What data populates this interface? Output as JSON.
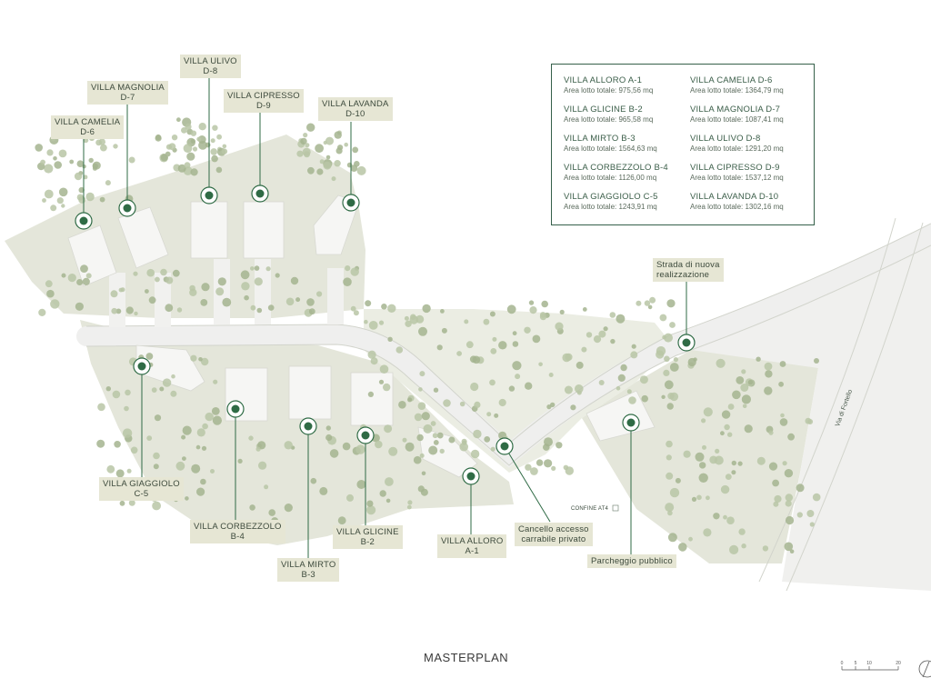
{
  "title": "MASTERPLAN",
  "legend": [
    {
      "name": "VILLA ALLORO A-1",
      "area": "Area lotto totale: 975,56 mq"
    },
    {
      "name": "VILLA GLICINE B-2",
      "area": "Area lotto totale: 965,58 mq"
    },
    {
      "name": "VILLA MIRTO B-3",
      "area": "Area lotto totale: 1564,63 mq"
    },
    {
      "name": "VILLA CORBEZZOLO B-4",
      "area": "Area lotto totale: 1126,00 mq"
    },
    {
      "name": "VILLA GIAGGIOLO C-5",
      "area": "Area lotto totale: 1243,91 mq"
    },
    {
      "name": "VILLA CAMELIA D-6",
      "area": "Area lotto totale: 1364,79 mq"
    },
    {
      "name": "VILLA MAGNOLIA D-7",
      "area": "Area lotto totale: 1087,41 mq"
    },
    {
      "name": "VILLA ULIVO D-8",
      "area": "Area lotto totale: 1291,20 mq"
    },
    {
      "name": "VILLA CIPRESSO D-9",
      "area": "Area lotto totale: 1537,12 mq"
    },
    {
      "name": "VILLA LAVANDA D-10",
      "area": "Area lotto totale: 1302,16 mq"
    }
  ],
  "labels": {
    "camelia": {
      "l1": "VILLA CAMELIA",
      "l2": "D-6"
    },
    "magnolia": {
      "l1": "VILLA MAGNOLIA",
      "l2": "D-7"
    },
    "ulivo": {
      "l1": "VILLA ULIVO",
      "l2": "D-8"
    },
    "cipresso": {
      "l1": "VILLA CIPRESSO",
      "l2": "D-9"
    },
    "lavanda": {
      "l1": "VILLA LAVANDA",
      "l2": "D-10"
    },
    "giaggiolo": {
      "l1": "VILLA GIAGGIOLO",
      "l2": "C-5"
    },
    "corbezzolo": {
      "l1": "VILLA CORBEZZOLO",
      "l2": "B-4"
    },
    "mirto": {
      "l1": "VILLA MIRTO",
      "l2": "B-3"
    },
    "glicine": {
      "l1": "VILLA GLICINE",
      "l2": "B-2"
    },
    "alloro": {
      "l1": "VILLA ALLORO",
      "l2": "A-1"
    },
    "cancello": {
      "l1": "Cancello accesso",
      "l2": "carrabile privato"
    },
    "parcheggio": {
      "l1": "Parcheggio pubblico"
    },
    "strada": {
      "l1": "Strada di nuova",
      "l2": "realizzazione"
    }
  },
  "confine": "CONFINE AT4",
  "street_name": "Via di Fortello",
  "scale_ticks": [
    "0",
    "5",
    "10",
    "20"
  ],
  "colors": {
    "marker": "#2f6b45",
    "land": "#e4e6da",
    "road": "#eeeeed",
    "tree": "#a4b48f",
    "label_bg": "#e6e6d4",
    "border": "#35604a"
  }
}
